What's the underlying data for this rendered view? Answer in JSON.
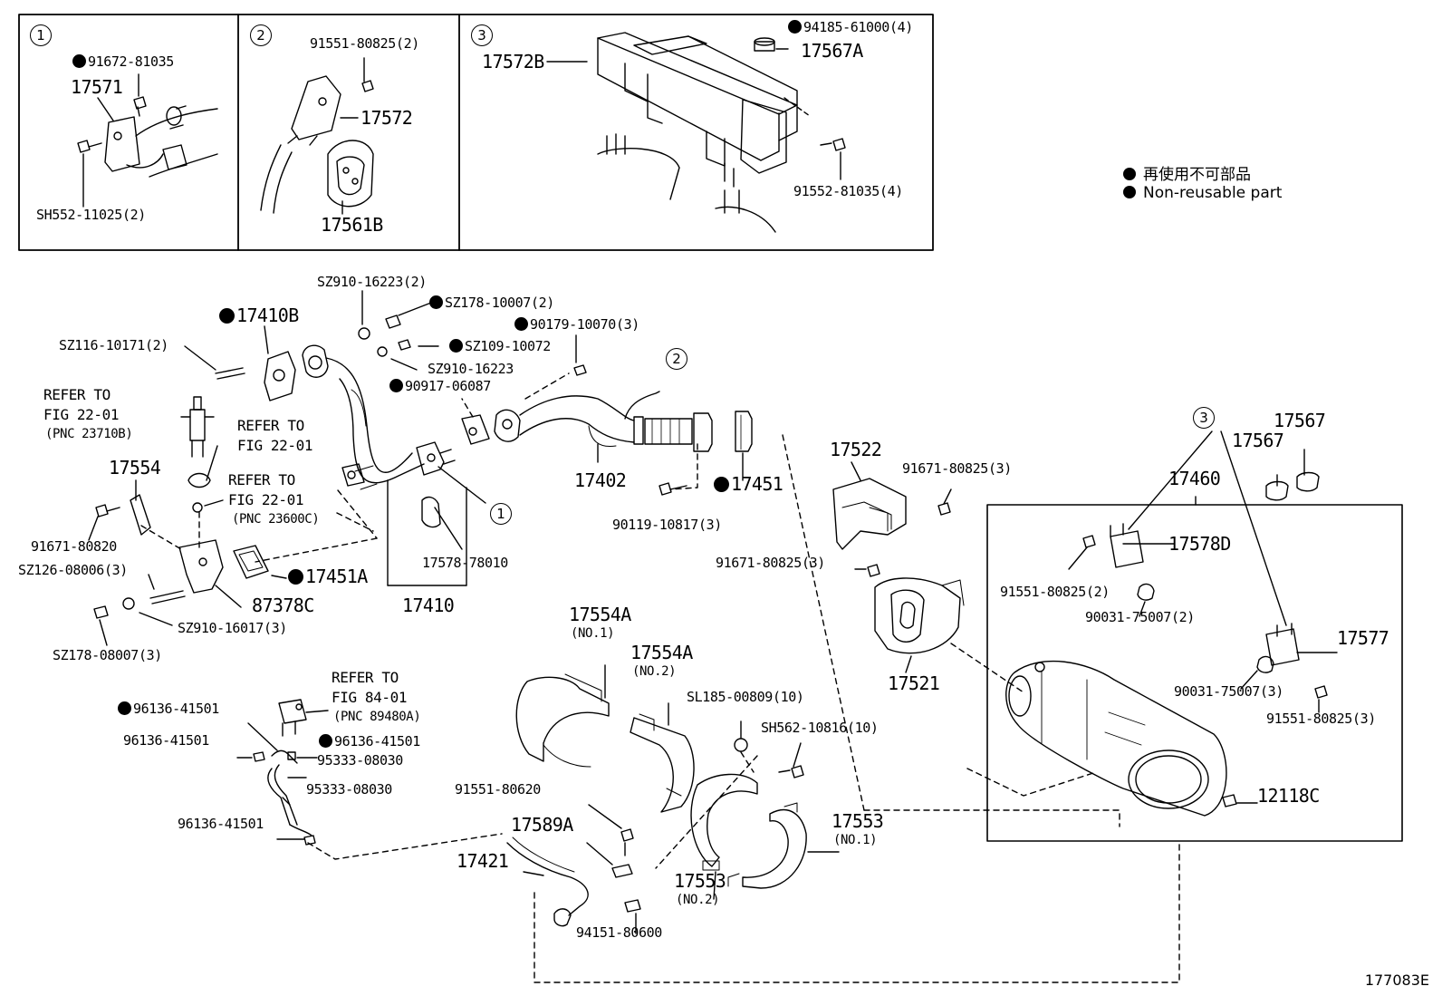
{
  "figure_id": "177083E",
  "legend": {
    "jp": "再使用不可部品",
    "en": "Non-reusable part"
  },
  "insets": [
    {
      "number": "1",
      "labels": [
        "91672-81035",
        "17571",
        "SH552-11025(2)"
      ]
    },
    {
      "number": "2",
      "labels": [
        "91551-80825(2)",
        "17572",
        "17561B"
      ]
    },
    {
      "number": "3",
      "labels": [
        "94185-61000(4)",
        "17567A",
        "17572B",
        "91552-81035(4)"
      ]
    }
  ],
  "callouts": {
    "c1": "1",
    "c2": "2",
    "c3": "3"
  },
  "labels": {
    "p91672_81035": "91672-81035",
    "p17571": "17571",
    "sh552_11025": "SH552-11025(2)",
    "p91551_80825_2a": "91551-80825(2)",
    "p17572": "17572",
    "p17561B": "17561B",
    "p94185_61000": "94185-61000(4)",
    "p17567A": "17567A",
    "p17572B": "17572B",
    "p91552_81035": "91552-81035(4)",
    "sz910_16223_2": "SZ910-16223(2)",
    "sz178_10007": "SZ178-10007(2)",
    "p17410B": "17410B",
    "p90179_10070": "90179-10070(3)",
    "sz116_10171": "SZ116-10171(2)",
    "sz109_10072": "SZ109-10072",
    "sz910_16223": "SZ910-16223",
    "p90917_06087": "90917-06087",
    "refer1a": "REFER TO",
    "refer1b": "FIG 22-01",
    "refer1c": "(PNC 23710B)",
    "refer2a": "REFER TO",
    "refer2b": "FIG 22-01",
    "refer3a": "REFER TO",
    "refer3b": "FIG 22-01",
    "refer3c": "(PNC 23600C)",
    "p17554": "17554",
    "p17402": "17402",
    "p17451": "17451",
    "p17522": "17522",
    "p91671_80825_a": "91671-80825(3)",
    "p90119_10817": "90119-10817(3)",
    "p91671_80820": "91671-80820",
    "sz126_08006": "SZ126-08006(3)",
    "p17578_78010": "17578-78010",
    "p17451A": "17451A",
    "p87378C": "87378C",
    "p17410": "17410",
    "sz910_16017": "SZ910-16017(3)",
    "sz178_08007": "SZ178-08007(3)",
    "p91671_80825_b": "91671-80825(3)",
    "p17460": "17460",
    "p17567_a": "17567",
    "p17567_b": "17567",
    "p17578D": "17578D",
    "p91551_80825_2b": "91551-80825(2)",
    "p90031_75007_2": "90031-75007(2)",
    "p17577": "17577",
    "p90031_75007_3": "90031-75007(3)",
    "p91551_80825_3": "91551-80825(3)",
    "p12118C": "12118C",
    "p17521": "17521",
    "p17554A_1": "17554A",
    "no1_a": "(NO.1)",
    "p17554A_2": "17554A",
    "no2_a": "(NO.2)",
    "sl185_00809": "SL185-00809(10)",
    "sh562_10816": "SH562-10816(10)",
    "refer4a": "REFER TO",
    "refer4b": "FIG 84-01",
    "refer4c": "(PNC 89480A)",
    "p96136_41501_a": "96136-41501",
    "p96136_41501_b": "96136-41501",
    "p96136_41501_c": "96136-41501",
    "p95333_08030_a": "95333-08030",
    "p95333_08030_b": "95333-08030",
    "p96136_41501_d": "96136-41501",
    "p91551_80620": "91551-80620",
    "p17589A": "17589A",
    "p17421": "17421",
    "p17553_1": "17553",
    "no1_b": "(NO.1)",
    "p17553_2": "17553",
    "no2_b": "(NO.2)",
    "p94151_80600": "94151-80600"
  },
  "colors": {
    "ink": "#000000",
    "paper": "#ffffff"
  }
}
